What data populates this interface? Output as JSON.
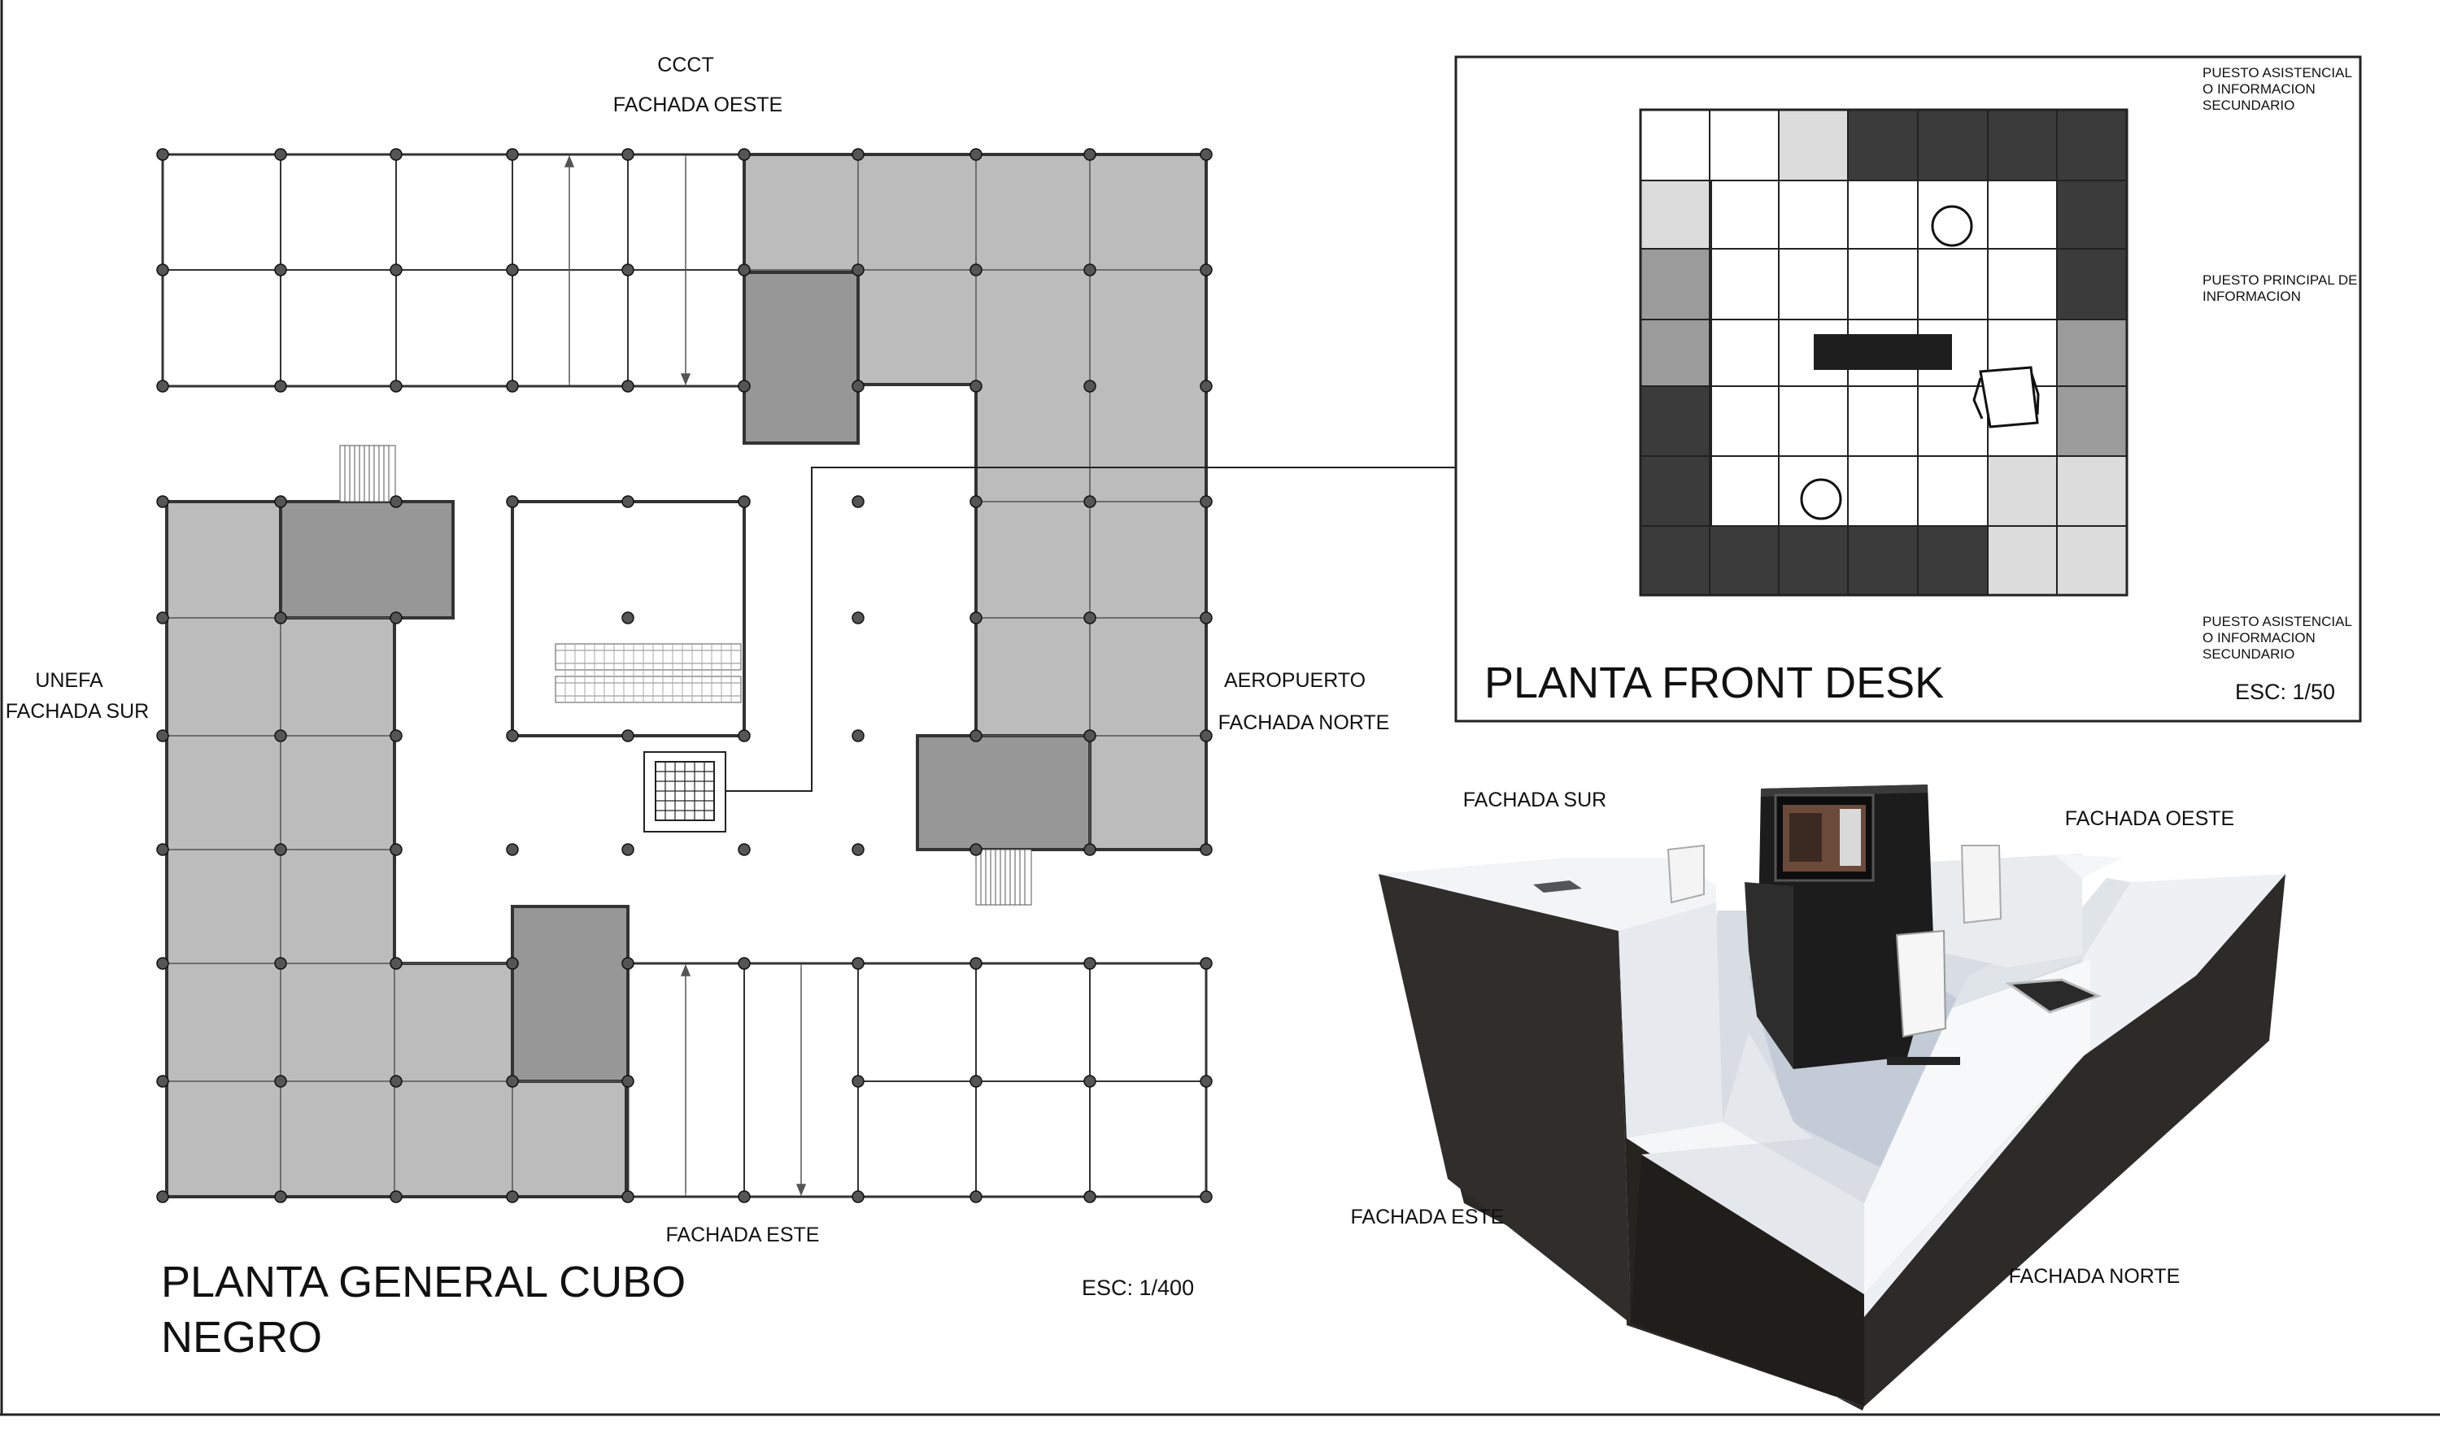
{
  "general_plan": {
    "title_line1": "PLANTA GENERAL CUBO",
    "title_line2": "NEGRO",
    "scale": "ESC: 1/400",
    "labels": {
      "top1": "CCCT",
      "top2": "FACHADA OESTE",
      "left1": "UNEFA",
      "left2": "FACHADA SUR",
      "right1": "AEROPUERTO",
      "right2": "FACHADA NORTE",
      "bottom": "FACHADA ESTE"
    }
  },
  "front_desk_plan": {
    "title": "PLANTA FRONT DESK",
    "scale": "ESC: 1/50",
    "note_top_lines": [
      "PUESTO ASISTENCIAL",
      "O INFORMACION",
      "SECUNDARIO"
    ],
    "note_mid_lines": [
      "PUESTO PRINCIPAL DE",
      "INFORMACION"
    ],
    "note_bottom_lines": [
      "PUESTO ASISTENCIAL",
      "O INFORMACION",
      "SECUNDARIO"
    ]
  },
  "render_3d": {
    "label_sur": "FACHADA SUR",
    "label_oeste": "FACHADA OESTE",
    "label_este": "FACHADA ESTE",
    "label_norte": "FACHADA NORTE"
  },
  "colors": {
    "light_gray_fill": "#bcbcbc",
    "dark_gray_fill": "#979797",
    "desk_dark": "#3b3b3b",
    "desk_mid": "#9b9b9b",
    "desk_light": "#dcdcdc",
    "line": "#1a1a1a"
  }
}
